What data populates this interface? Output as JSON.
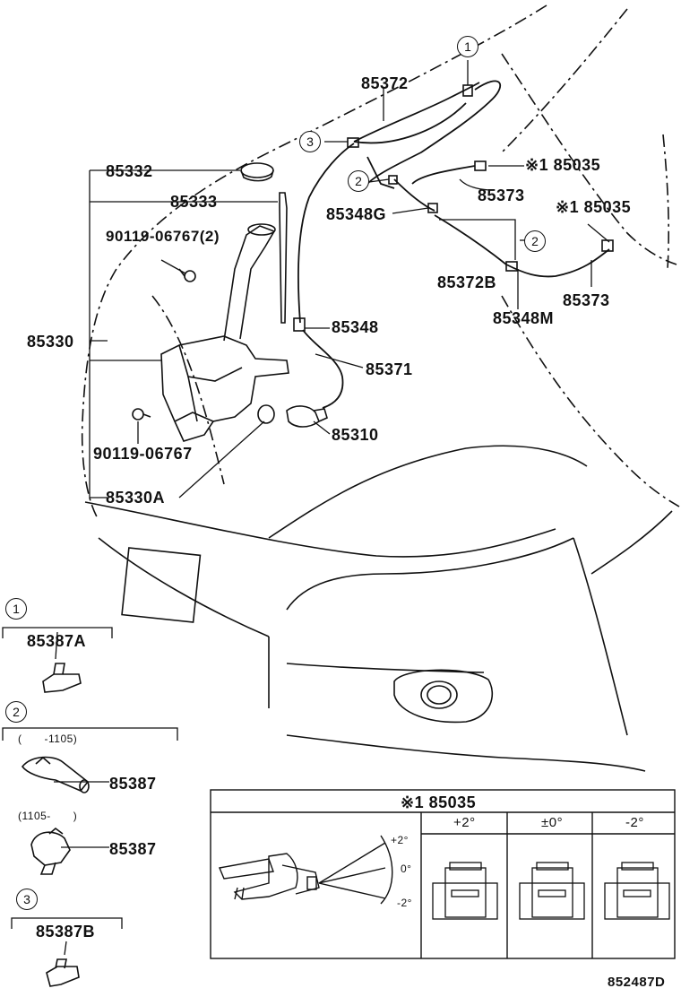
{
  "callouts": {
    "c1": "1",
    "c2": "2",
    "c3": "3"
  },
  "parts": {
    "p85372": "85372",
    "p85332": "85332",
    "p85333": "85333",
    "p90119_2": "90119-06767(2)",
    "p85330": "85330",
    "p85035_a": "※1 85035",
    "p85373_a": "85373",
    "p85035_b": "※1 85035",
    "p85348G": "85348G",
    "p85372B": "85372B",
    "p85348M": "85348M",
    "p85373_b": "85373",
    "p85348": "85348",
    "p85371": "85371",
    "p85310": "85310",
    "p90119": "90119-06767",
    "p85330A": "85330A"
  },
  "legend": {
    "item1": {
      "num": "1",
      "part": "85387A"
    },
    "item2": {
      "num": "2",
      "range_a": "(　　-1105)",
      "part_a": "85387",
      "range_b": "(1105-　　)",
      "part_b": "85387"
    },
    "item3": {
      "num": "3",
      "part": "85387B"
    }
  },
  "inset": {
    "title": "※1 85035",
    "columns": [
      "+2°",
      "±0°",
      "-2°"
    ],
    "angles": [
      "+2°",
      "0°",
      "-2°"
    ]
  },
  "figure_code": "852487D",
  "colors": {
    "line": "#111111",
    "background": "#ffffff"
  }
}
